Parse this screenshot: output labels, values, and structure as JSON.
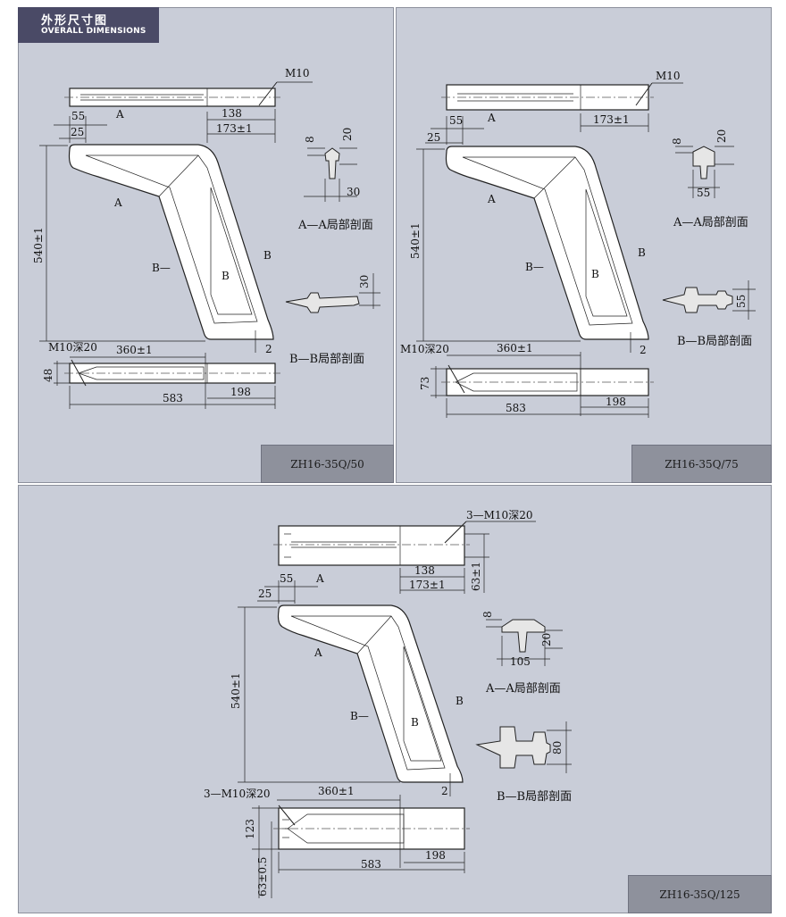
{
  "header": {
    "title_zh": "外形尺寸图",
    "title_en": "OVERALL DIMENSIONS"
  },
  "panels": [
    {
      "model": "ZH16-35Q/50",
      "top_view": {
        "thread": "M10",
        "d_138": "138",
        "d_173": "173±1"
      },
      "front": {
        "d_55": "55",
        "d_25": "25",
        "height": "540±1",
        "d_2": "2",
        "cut_a": "A",
        "cut_b": "B",
        "b_dash": "B—",
        "b_inner": "B"
      },
      "section_a": {
        "label": "A—A局部剖面",
        "d_8": "8",
        "d_20": "20",
        "d_w": "30"
      },
      "section_b": {
        "label": "B—B局部剖面",
        "d_h": "30"
      },
      "bottom_view": {
        "thread": "M10深20",
        "d_360": "360±1",
        "d_w": "48",
        "d_583": "583",
        "d_198": "198"
      }
    },
    {
      "model": "ZH16-35Q/75",
      "top_view": {
        "thread": "M10",
        "d_173": "173±1"
      },
      "front": {
        "d_55": "55",
        "d_25": "25",
        "height": "540±1",
        "d_2": "2",
        "cut_a": "A",
        "cut_b": "B",
        "b_dash": "B—",
        "b_inner": "B"
      },
      "section_a": {
        "label": "A—A局部剖面",
        "d_8": "8",
        "d_20": "20",
        "d_w": "55"
      },
      "section_b": {
        "label": "B—B局部剖面",
        "d_h": "55"
      },
      "bottom_view": {
        "thread": "M10深20",
        "d_360": "360±1",
        "d_w": "73",
        "d_583": "583",
        "d_198": "198"
      }
    },
    {
      "model": "ZH16-35Q/125",
      "top_view": {
        "thread": "3—M10深20",
        "d_138": "138",
        "d_173": "173±1",
        "d_63": "63±1"
      },
      "front": {
        "d_55": "55",
        "d_25": "25",
        "height": "540±1",
        "d_2": "2",
        "cut_a": "A",
        "cut_b": "B",
        "b_dash": "B—",
        "b_inner": "B"
      },
      "section_a": {
        "label": "A—A局部剖面",
        "d_8": "8",
        "d_20": "20",
        "d_w": "105"
      },
      "section_b": {
        "label": "B—B局部剖面",
        "d_h": "80"
      },
      "bottom_view": {
        "thread": "3—M10深20",
        "d_360": "360±1",
        "d_w": "123",
        "d_63": "63±0.5",
        "d_583": "583",
        "d_198": "198"
      }
    }
  ]
}
